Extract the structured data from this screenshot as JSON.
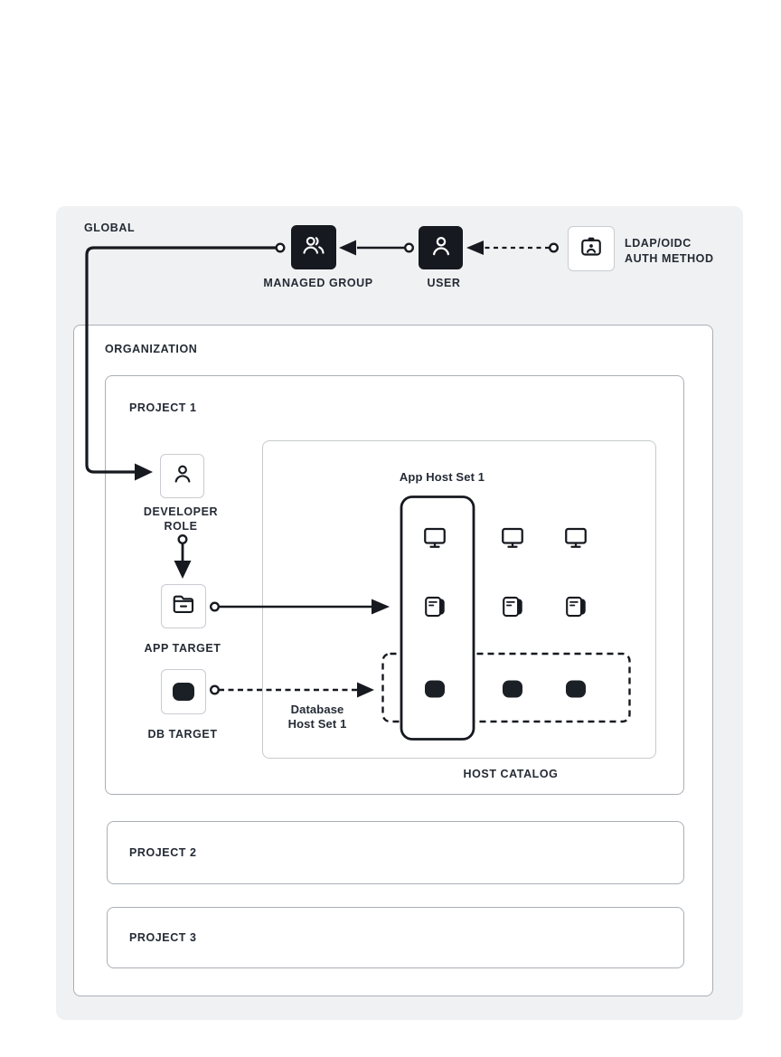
{
  "palette": {
    "background": "#ffffff",
    "global_scope_fill": "#f0f1f2",
    "box_outline": "#a9afb6",
    "catalog_outline": "#c7cacd",
    "ink": "#16191f",
    "text": "#242b35"
  },
  "global_scope": {
    "label": "GLOBAL"
  },
  "nodes": {
    "managed_group": {
      "label": "MANAGED GROUP",
      "icon": "users-icon"
    },
    "user": {
      "label": "USER",
      "icon": "user-icon"
    },
    "auth_method": {
      "label": "LDAP/OIDC\nAUTH METHOD",
      "icon": "id-badge-icon"
    },
    "developer_role": {
      "label": "DEVELOPER\nROLE",
      "icon": "person-icon"
    },
    "app_target": {
      "label": "APP TARGET",
      "icon": "folder-minus-icon"
    },
    "db_target": {
      "label": "DB TARGET",
      "icon": "database-icon"
    }
  },
  "organization": {
    "label": "ORGANIZATION"
  },
  "projects": [
    {
      "label": "PROJECT 1"
    },
    {
      "label": "PROJECT 2"
    },
    {
      "label": "PROJECT 3"
    }
  ],
  "host_catalog": {
    "label": "HOST CATALOG",
    "app_host_set": {
      "label": "App Host Set 1"
    },
    "db_host_set": {
      "label": "Database\nHost Set 1"
    },
    "host_rows": [
      "workstation",
      "server",
      "database"
    ],
    "hosts_per_row": 3
  }
}
